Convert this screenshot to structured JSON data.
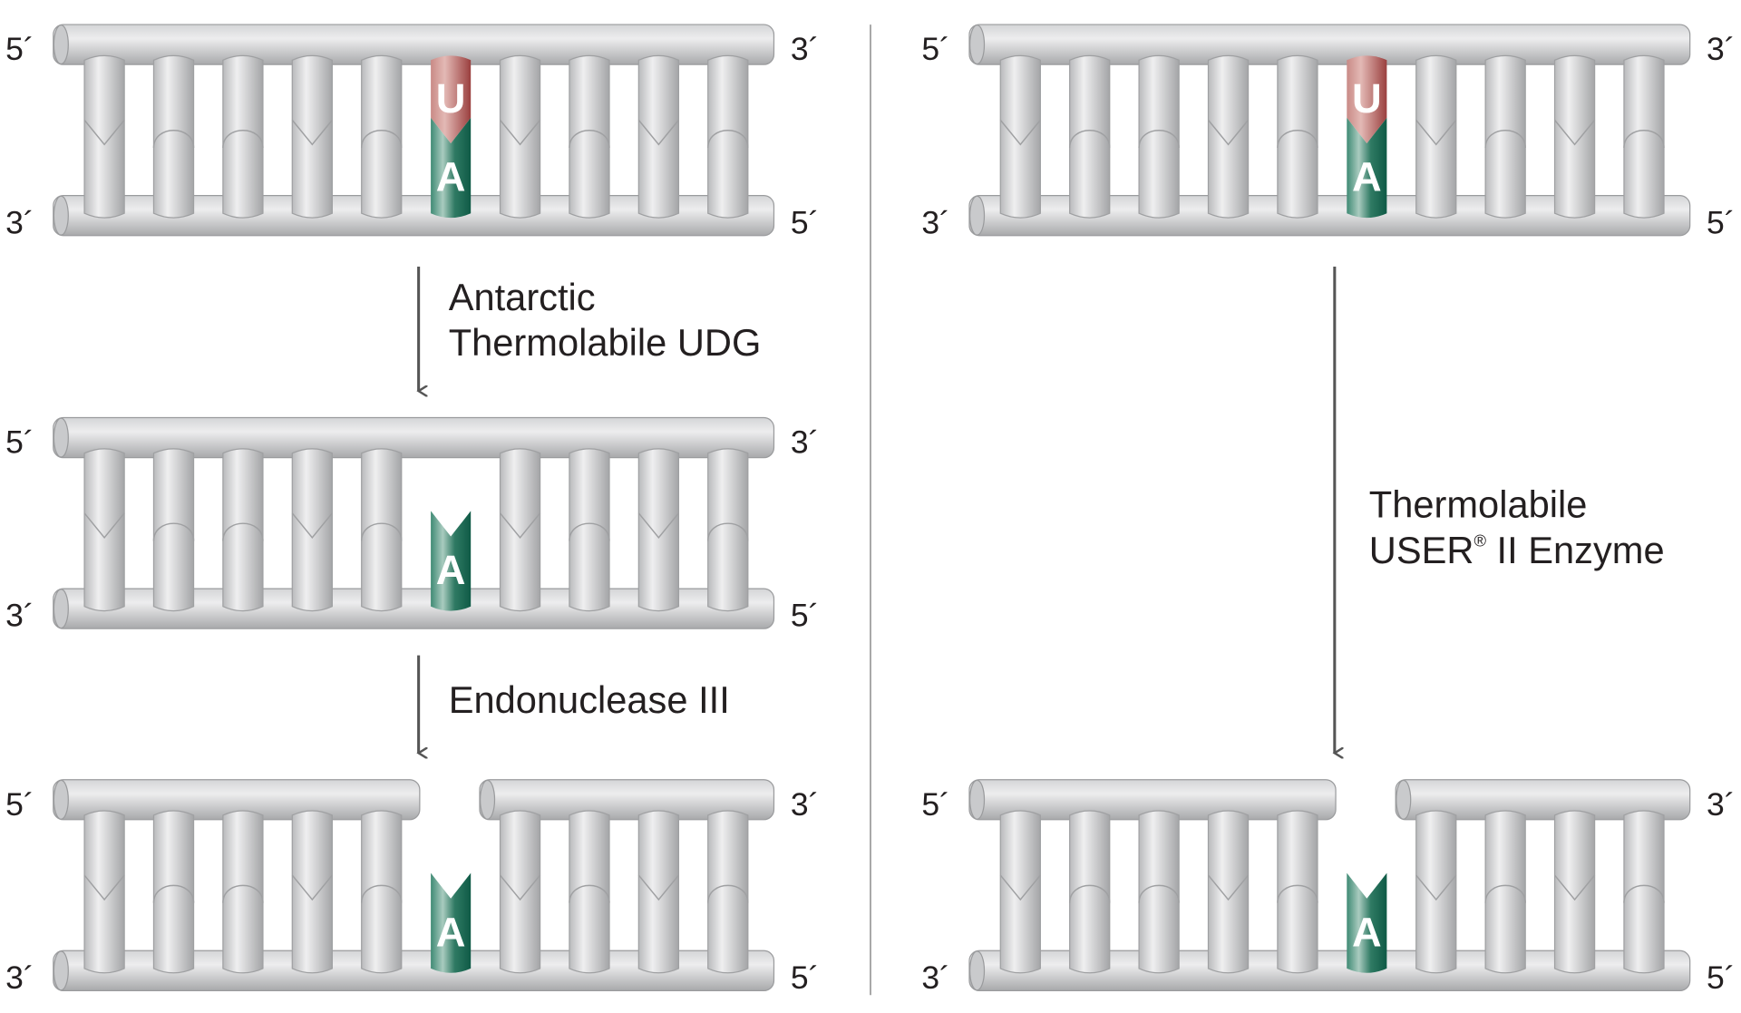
{
  "labels": {
    "five_prime": "5´",
    "three_prime": "3´"
  },
  "base_pairs": [
    "V",
    "arc",
    "arc",
    "V",
    "arc",
    "UA",
    "V",
    "arc",
    "V",
    "arc"
  ],
  "bases": {
    "uracil": "U",
    "adenine": "A"
  },
  "colors": {
    "uracil": "#a9504f",
    "adenine": "#14634f",
    "backbone": "#c4c5c7",
    "arrow": "#555555"
  },
  "left_pathway": {
    "step1_line1": "Antarctic",
    "step1_line2": "Thermolabile UDG",
    "step2": "Endonuclease III",
    "states": [
      "intact",
      "abasic",
      "nicked"
    ]
  },
  "right_pathway": {
    "step_line1": "Thermolabile",
    "step_line2_a": "USER",
    "step_line2_reg": "®",
    "step_line2_b": " II Enzyme",
    "states": [
      "intact",
      "nicked"
    ]
  }
}
